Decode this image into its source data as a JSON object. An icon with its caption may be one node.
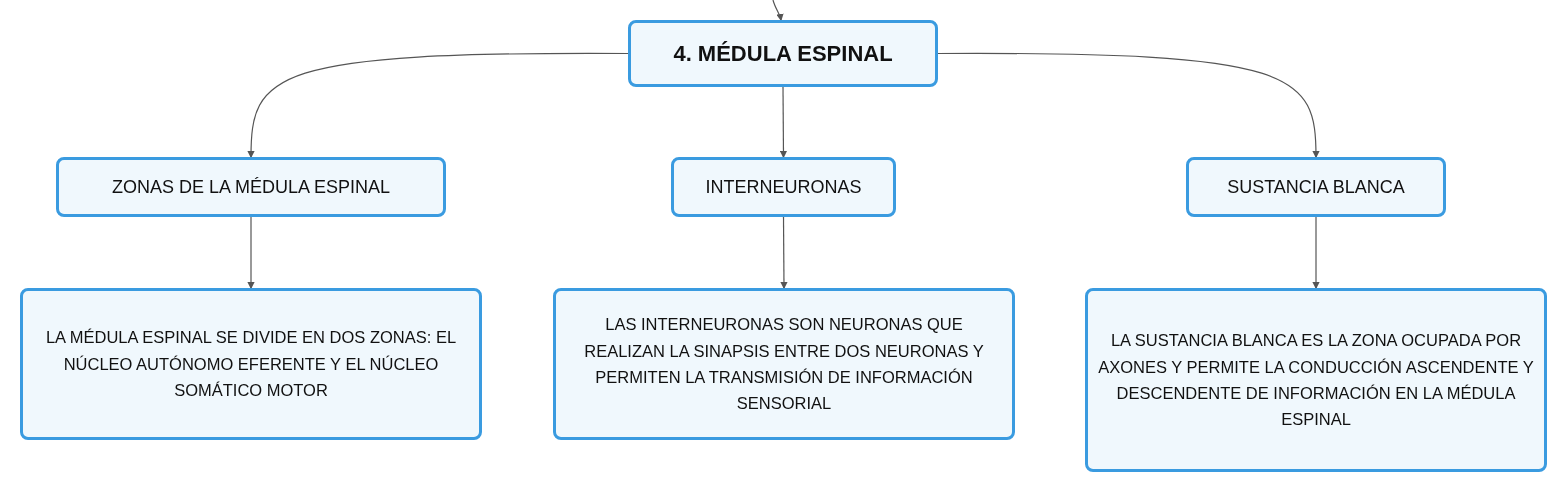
{
  "diagram": {
    "nodes": [
      {
        "text": [
          "4. MÉDULA ESPINAL"
        ]
      },
      {
        "text": [
          "ZONAS DE LA MÉDULA ESPINAL"
        ]
      },
      {
        "text": [
          "INTERNEURONAS"
        ]
      },
      {
        "text": [
          "SUSTANCIA BLANCA"
        ]
      },
      {
        "text": [
          "LA MÉDULA ESPINAL SE DIVIDE EN DOS ZONAS: EL NÚCLEO AUTÓNOMO EFERENTE Y EL NÚCLEO SOMÁTICO MOTOR"
        ]
      },
      {
        "text": [
          "LAS INTERNEURONAS SON NEURONAS QUE REALIZAN LA SINAPSIS ENTRE DOS NEURONAS Y PERMITEN LA TRANSMISIÓN DE INFORMACIÓN SENSORIAL"
        ]
      },
      {
        "text": [
          "LA SUSTANCIA BLANCA ES LA ZONA OCUPADA POR AXONES Y PERMITE LA CONDUCCIÓN ASCENDENTE Y DESCENDENTE DE INFORMACIÓN EN LA MÉDULA ESPINAL"
        ]
      }
    ],
    "edges": [
      {
        "from": null,
        "to": 0,
        "arrow": "to"
      },
      {
        "from": 0,
        "to": 1,
        "arrow": "to"
      },
      {
        "from": 0,
        "to": 2,
        "arrow": "to"
      },
      {
        "from": 0,
        "to": 3,
        "arrow": "to"
      },
      {
        "from": 1,
        "to": 4,
        "arrow": "to"
      },
      {
        "from": 2,
        "to": 5,
        "arrow": "to"
      },
      {
        "from": 3,
        "to": 6,
        "arrow": "to"
      }
    ]
  }
}
